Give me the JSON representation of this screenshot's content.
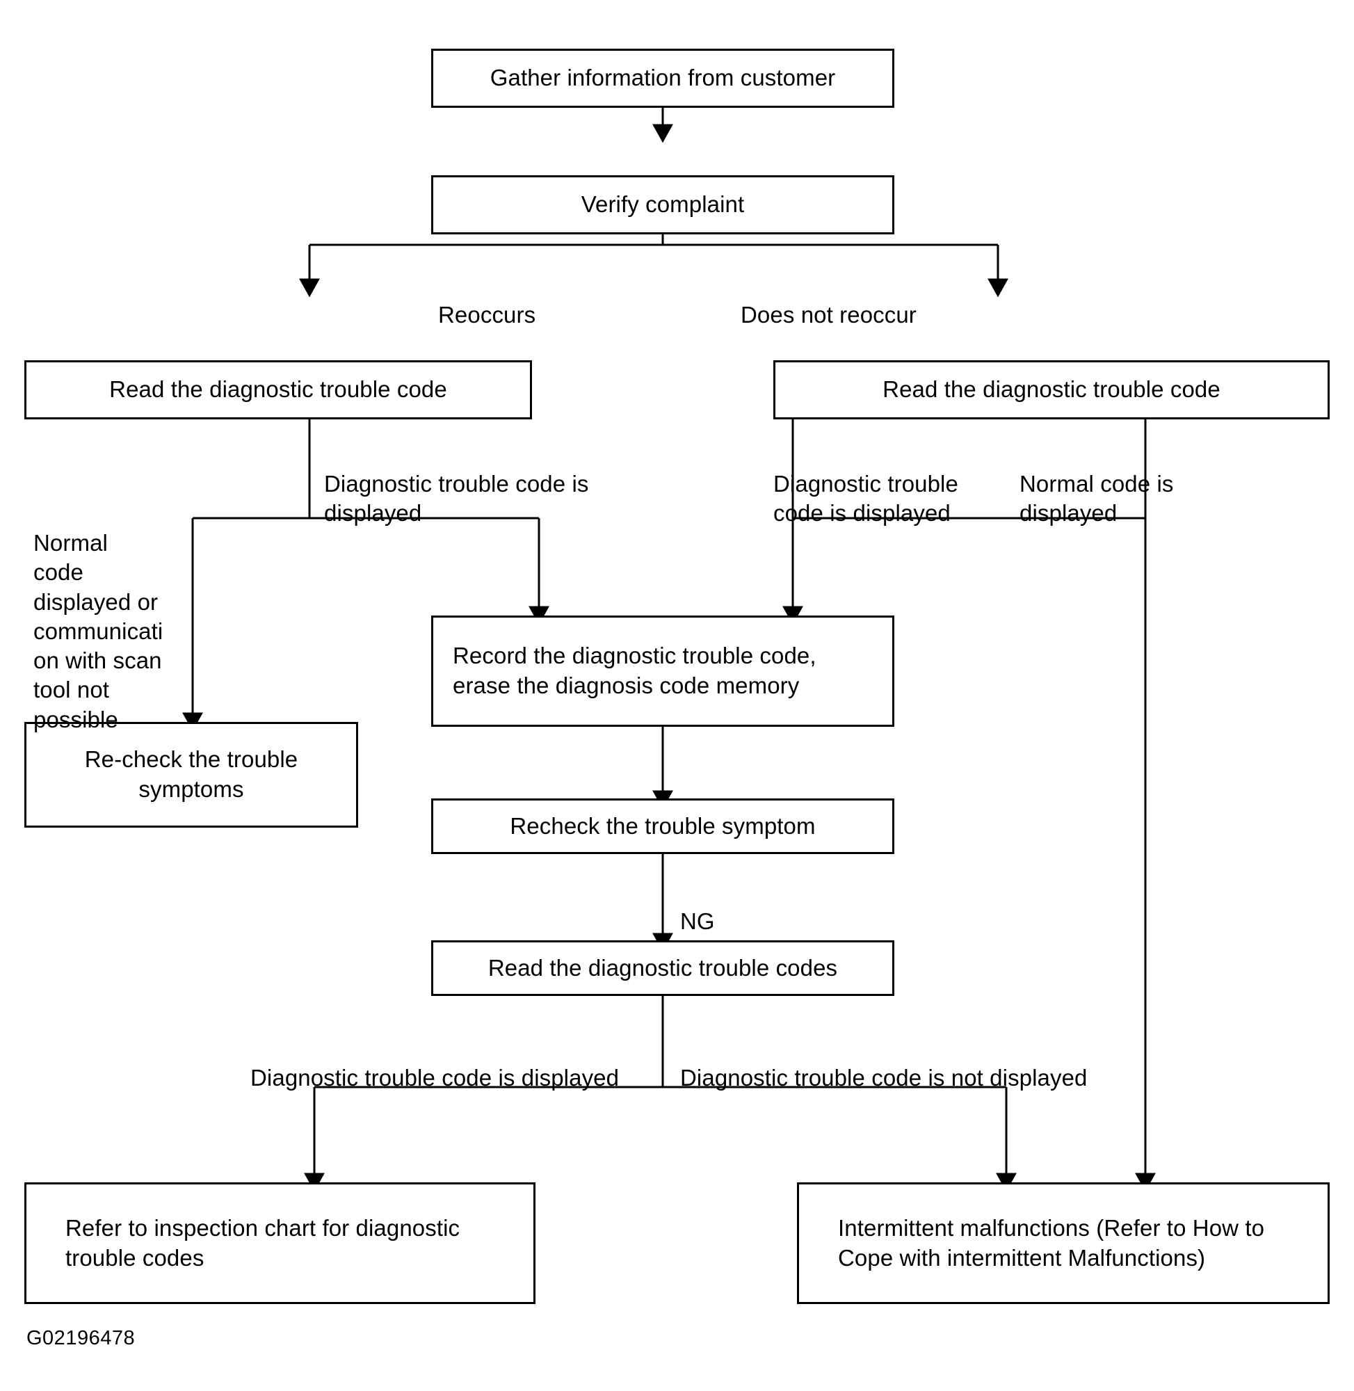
{
  "diagram": {
    "title": "Diagnostic trouble code troubleshooting flowchart",
    "figure_id": "G02196478",
    "line_color": "#000000",
    "background_color": "#ffffff"
  },
  "nodes": {
    "gather": "Gather information from customer",
    "verify": "Verify complaint",
    "read_left": "Read the diagnostic trouble code",
    "read_right": "Read the diagnostic trouble code",
    "recheck_symptoms": "Re-check the trouble\nsymptoms",
    "record_erase": "Record the diagnostic trouble code,\nerase the diagnosis code memory",
    "recheck_symptom": "Recheck the trouble symptom",
    "read_codes": "Read the diagnostic trouble codes",
    "refer_chart": "Refer to inspection chart for diagnostic\ntrouble codes",
    "intermittent": "Intermittent malfunctions (Refer to How to\nCope with intermittent Malfunctions)"
  },
  "edge_labels": {
    "reoccurs": "Reoccurs",
    "does_not_reoccur": "Does not reoccur",
    "dtc_displayed_left": "Diagnostic trouble code is\ndisplayed",
    "normal_or_no_comm": "Normal\ncode\ndisplayed or\ncommunicati\non with scan\ntool not\npossible",
    "dtc_displayed_right": "Diagnostic trouble\ncode is displayed",
    "normal_code_displayed": "Normal code is\ndisplayed",
    "ng": "NG",
    "dtc_displayed_bottom": "Diagnostic trouble code is displayed",
    "dtc_not_displayed_bottom": "Diagnostic trouble code is not displayed"
  }
}
